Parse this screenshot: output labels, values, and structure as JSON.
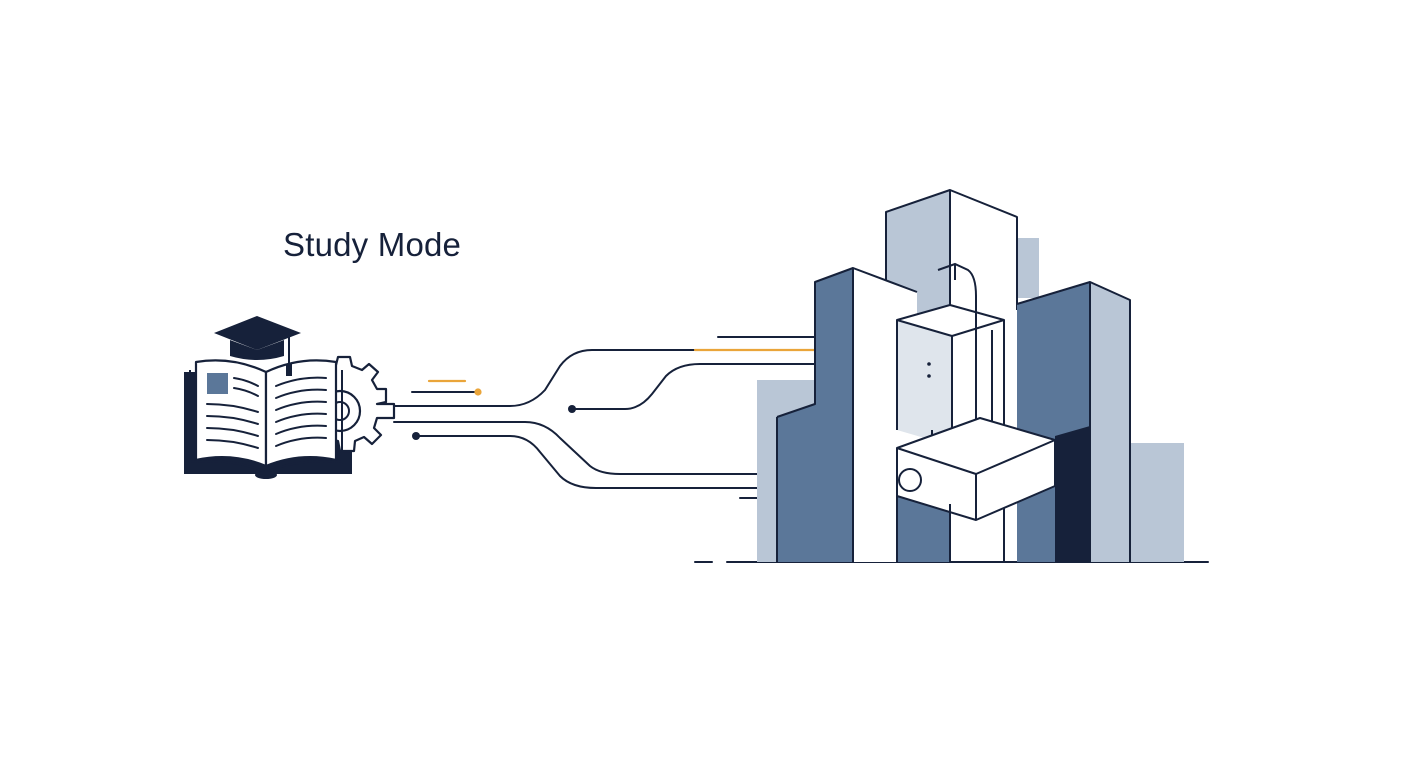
{
  "diagram": {
    "title": "Study Mode",
    "icons": {
      "source": "book-with-graduation-cap-and-gear",
      "destination": "city-buildings"
    },
    "colors": {
      "ink": "#16213a",
      "accent": "#eaa53a",
      "steel_dark": "#5b7799",
      "steel_light": "#b9c6d6",
      "background": "#ffffff"
    }
  }
}
